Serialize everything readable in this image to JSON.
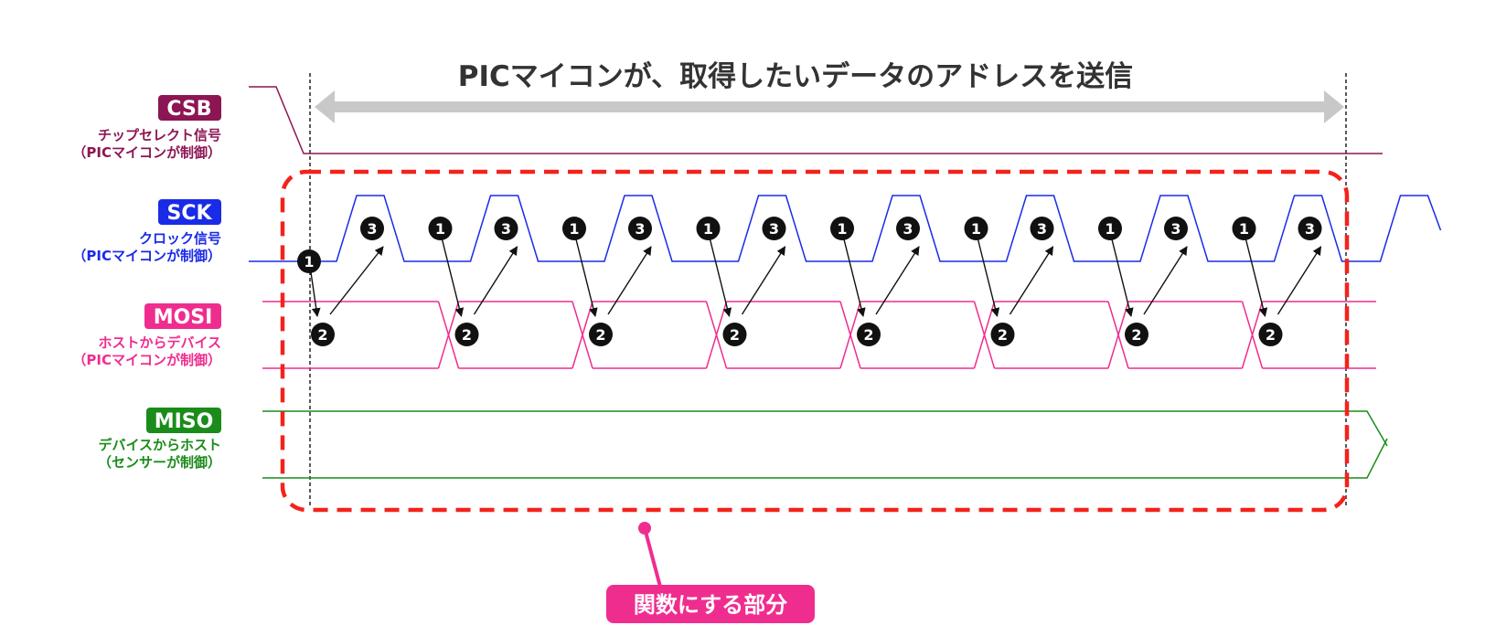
{
  "title": "PICマイコンが、取得したいデータのアドレスを送信",
  "signals": [
    {
      "id": "csb",
      "name": "CSB",
      "desc1": "チップセレクト信号",
      "desc2": "（PICマイコンが制御）",
      "color": "#8c1653"
    },
    {
      "id": "sck",
      "name": "SCK",
      "desc1": "クロック信号",
      "desc2": "（PICマイコンが制御）",
      "color": "#1a2be8"
    },
    {
      "id": "mosi",
      "name": "MOSI",
      "desc1": "ホストからデバイス",
      "desc2": "（PICマイコンが制御）",
      "color": "#ef2d8f"
    },
    {
      "id": "miso",
      "name": "MISO",
      "desc1": "デバイスからホスト",
      "desc2": "（センサーが制御）",
      "color": "#1a8c1a"
    }
  ],
  "markers": {
    "step1": "1",
    "step2": "2",
    "step3": "3"
  },
  "callout": {
    "text": "関数にする部分",
    "color": "#ef2d8f"
  },
  "colors": {
    "arrow": "#c8c8c8",
    "dashed_box": "#f2231c",
    "marker": "#111111"
  }
}
